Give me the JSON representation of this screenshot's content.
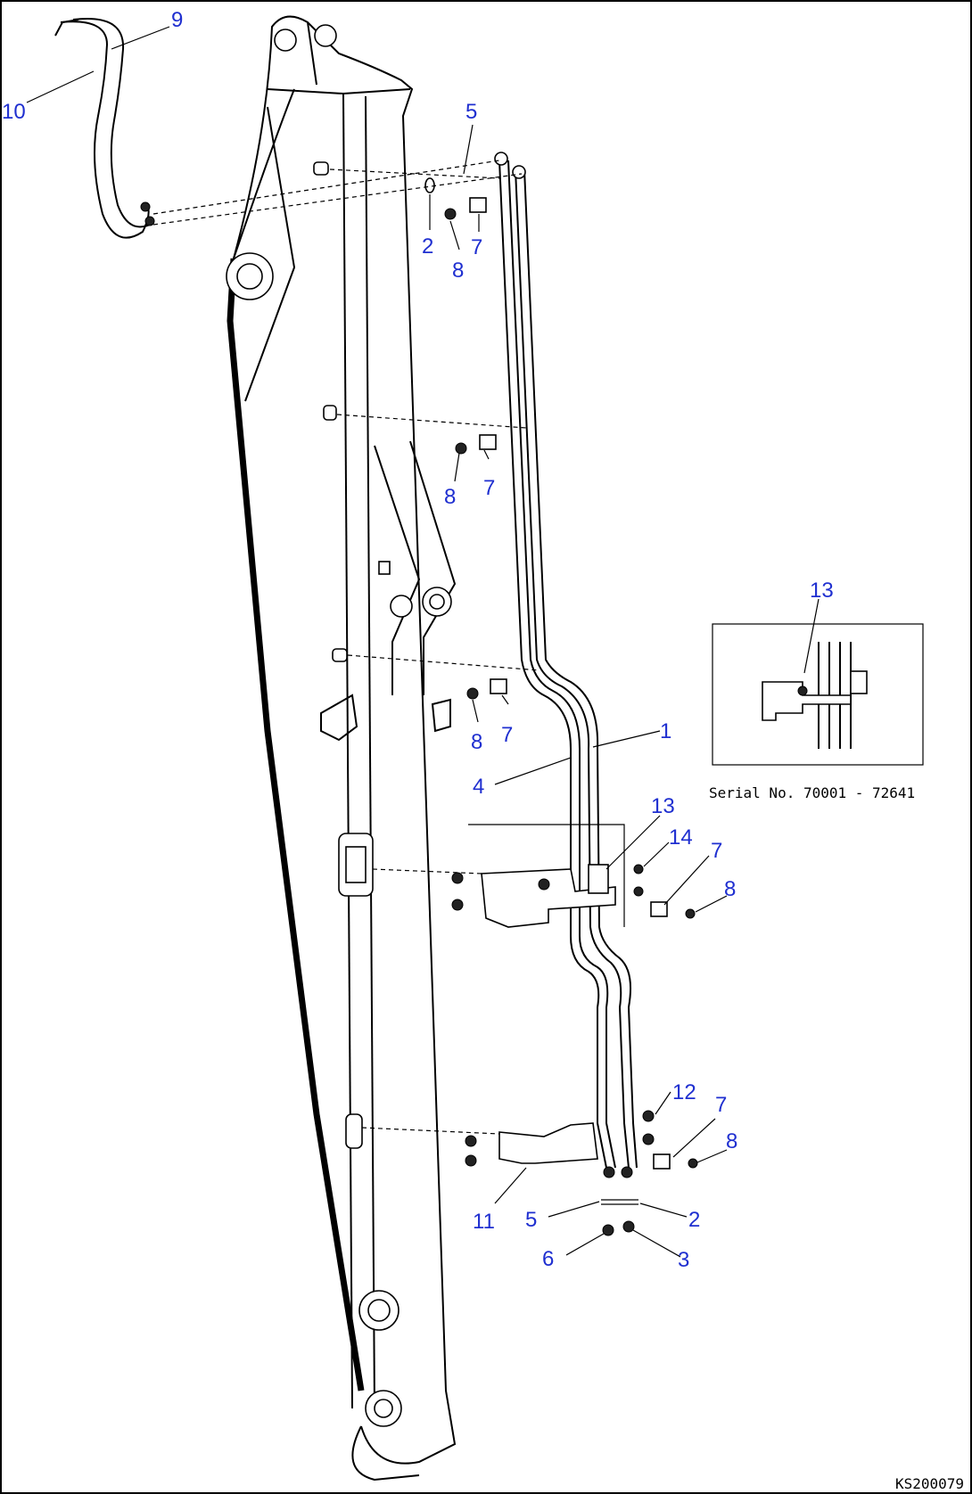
{
  "callouts": [
    "9",
    "10",
    "5",
    "2",
    "8",
    "7",
    "8",
    "7",
    "8",
    "7",
    "1",
    "4",
    "13",
    "14",
    "7",
    "8",
    "13",
    "12",
    "7",
    "8",
    "11",
    "5",
    "2",
    "6",
    "3"
  ],
  "inset": {
    "serial_text": "Serial No. 70001 - 72641"
  },
  "drawing_code": "KS200079",
  "colors": {
    "callout": "#1f2fd0",
    "line": "#000000"
  }
}
